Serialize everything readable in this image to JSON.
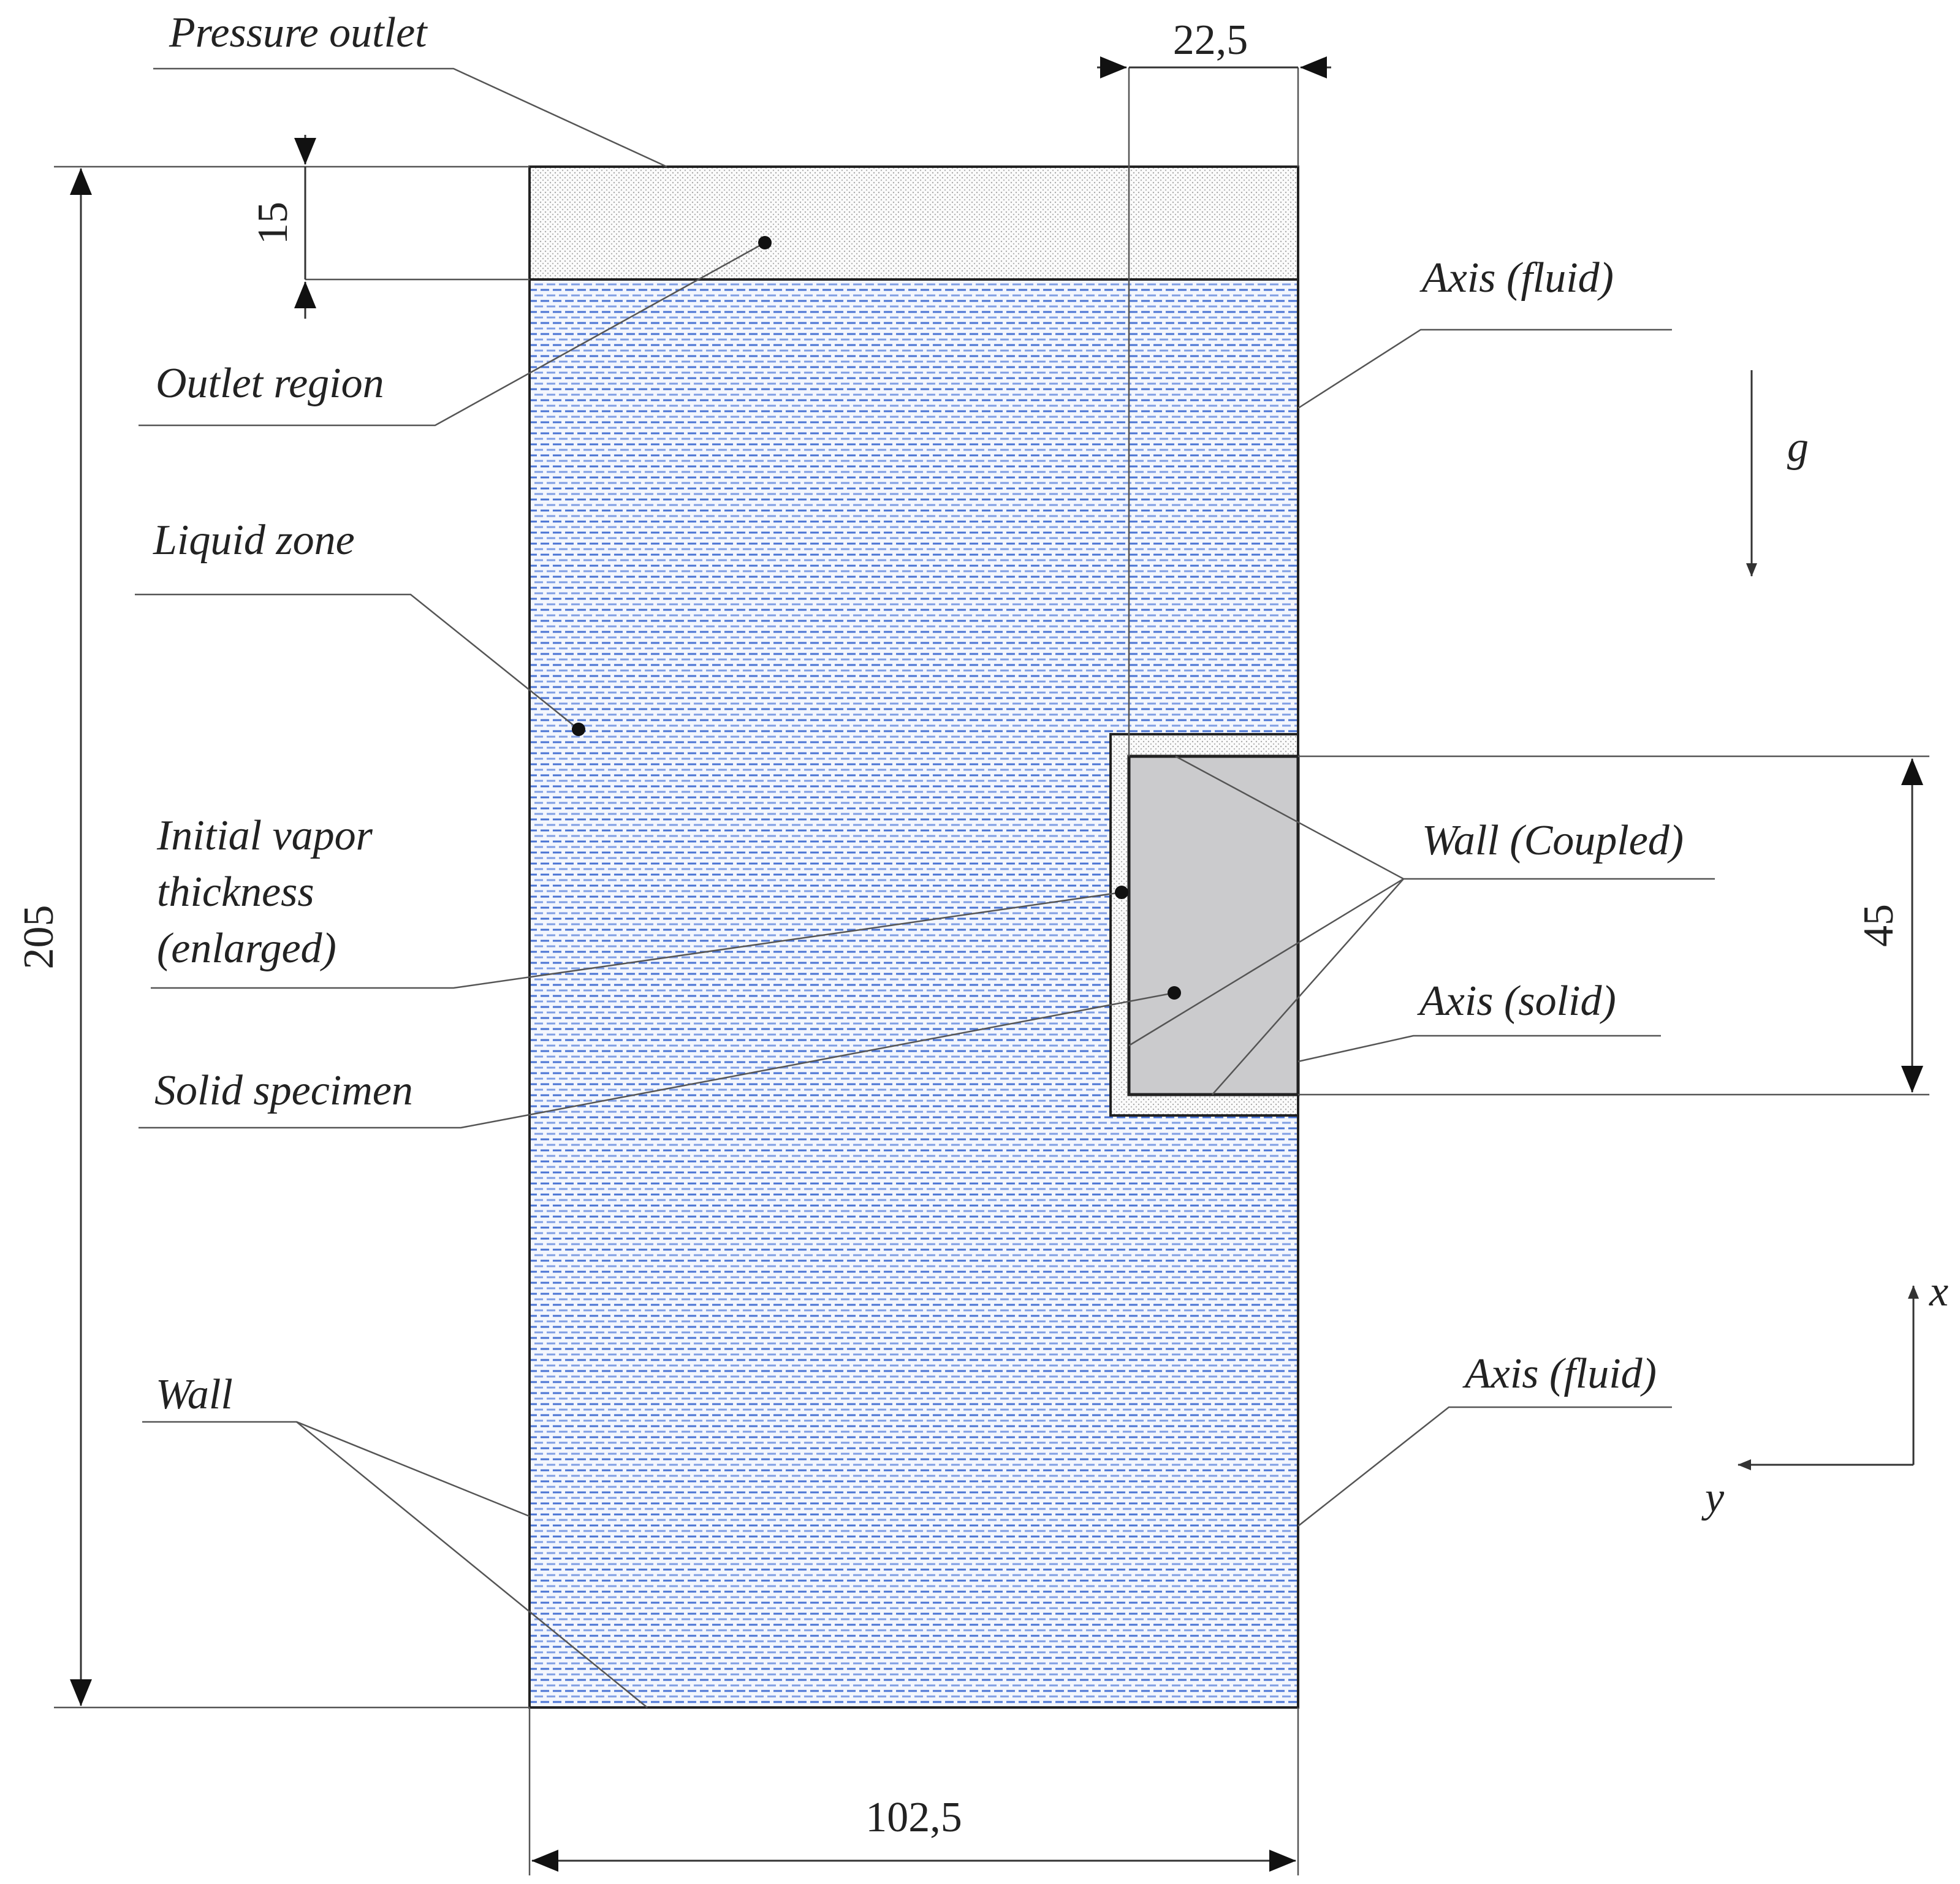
{
  "labels": {
    "pressure_outlet": "Pressure outlet",
    "outlet_region": "Outlet region",
    "liquid_zone": "Liquid zone",
    "initial_vapor_line1": "Initial vapor",
    "initial_vapor_line2": "thickness",
    "initial_vapor_line3": "(enlarged)",
    "solid_specimen": "Solid specimen",
    "wall": "Wall",
    "axis_fluid_top": "Axis (fluid)",
    "wall_coupled": "Wall (Coupled)",
    "axis_solid": "Axis (solid)",
    "axis_fluid_bottom": "Axis (fluid)",
    "gravity": "g",
    "x_axis": "x",
    "y_axis": "y"
  },
  "dimensions": {
    "total_height": "205",
    "outlet_height": "15",
    "specimen_width": "22,5",
    "specimen_height": "45",
    "total_width": "102,5"
  },
  "colors": {
    "liquid_dash": "#4a74d4",
    "liquid_bg": "#f3f6fd",
    "solid_fill": "#cbcbcd",
    "outlet_dots": "#aaaaaa"
  }
}
